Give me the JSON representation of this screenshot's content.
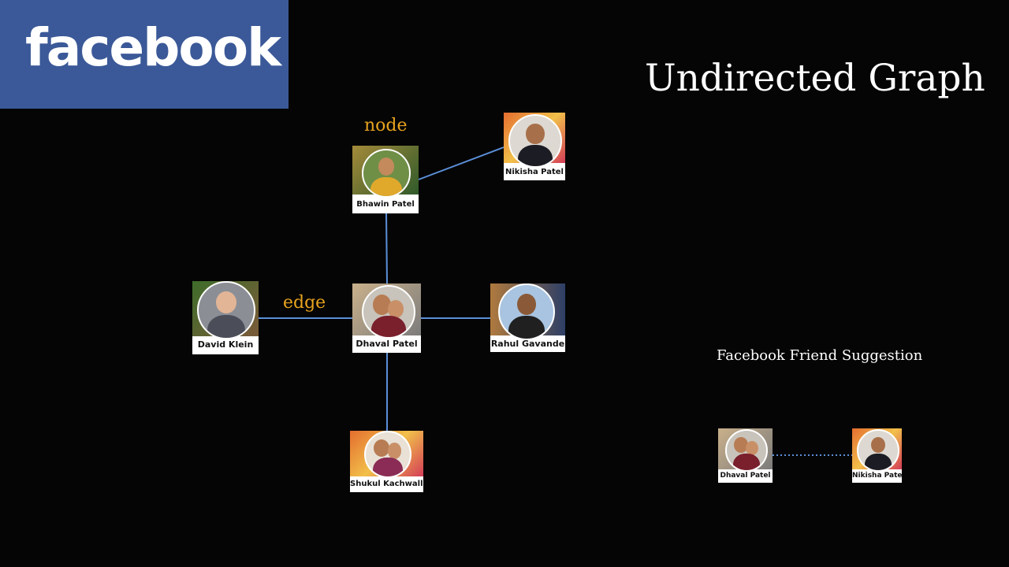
{
  "logo": {
    "text": "facebook",
    "color": "#3b5998"
  },
  "title": "Undirected Graph",
  "annotations": {
    "node": "node",
    "edge": "edge"
  },
  "colors": {
    "edge": "#5b8fd8",
    "annotation": "#e8a31e",
    "background": "#050505"
  },
  "graph": {
    "nodes": [
      {
        "id": "bhawin",
        "name": "Bhawin Patel"
      },
      {
        "id": "nikisha",
        "name": "Nikisha Patel"
      },
      {
        "id": "david",
        "name": "David Klein"
      },
      {
        "id": "dhaval",
        "name": "Dhaval Patel"
      },
      {
        "id": "rahul",
        "name": "Rahul Gavande"
      },
      {
        "id": "shukul",
        "name": "Shukul Kachwalla"
      }
    ],
    "edges": [
      [
        "bhawin",
        "nikisha"
      ],
      [
        "bhawin",
        "dhaval"
      ],
      [
        "david",
        "dhaval"
      ],
      [
        "dhaval",
        "rahul"
      ],
      [
        "dhaval",
        "shukul"
      ]
    ]
  },
  "suggestion": {
    "title": "Facebook Friend Suggestion",
    "from": "Dhaval Patel",
    "to": "Nikisha Patel",
    "style": "dotted"
  }
}
